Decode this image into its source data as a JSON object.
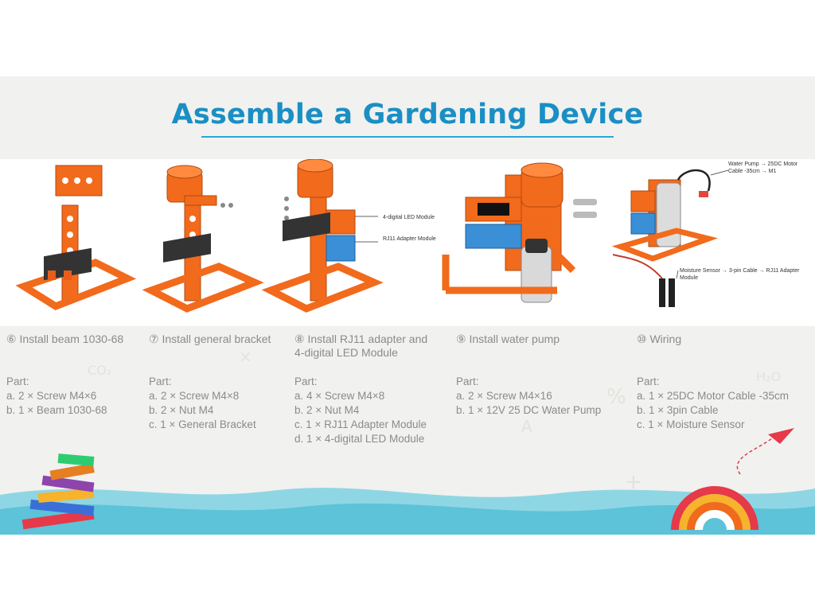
{
  "title": "Assemble a Gardening Device",
  "steps": [
    {
      "title_lines": [
        "⑥ Install beam 1030-68"
      ],
      "parts_label": "Part:",
      "parts": [
        "a. 2 × Screw M4×6",
        "b. 1 × Beam 1030-68"
      ]
    },
    {
      "title_lines": [
        "⑦ Install general bracket"
      ],
      "parts_label": "Part:",
      "parts": [
        "a. 2 × Screw M4×8",
        "b. 2 × Nut M4",
        "c. 1 × General Bracket"
      ]
    },
    {
      "title_lines": [
        "⑧ Install RJ11 adapter and",
        "4-digital LED Module"
      ],
      "parts_label": "Part:",
      "parts": [
        "a. 4 × Screw M4×8",
        "b. 2 × Nut M4",
        "c. 1 × RJ11 Adapter Module",
        "d. 1 × 4-digital LED Module"
      ]
    },
    {
      "title_lines": [
        "⑨ Install water pump"
      ],
      "parts_label": "Part:",
      "parts": [
        "a. 2 × Screw M4×16",
        "b. 1 × 12V 25 DC Water Pump"
      ]
    },
    {
      "title_lines": [
        "⑩ Wiring"
      ],
      "parts_label": "Part:",
      "parts": [
        "a. 1 × 25DC Motor Cable -35cm",
        "b. 1 × 3pin Cable",
        "c. 1 × Moisture Sensor"
      ]
    }
  ],
  "callouts": {
    "led_module": "4-digital LED Module",
    "rj11_module": "RJ11 Adapter Module",
    "pump_line1": "Water Pump → 25DC Motor",
    "pump_line2": "Cable -35cm → M1",
    "sensor_line1": "Moisture Sensor → 3-pin Cable → RJ11 Adapter",
    "sensor_line2": "Module"
  },
  "colors": {
    "title": "#1a8fc4",
    "orange": "#f26a1b",
    "blue_module": "#3a8fd6",
    "wave": "#5cc3d8",
    "text_gray": "#8b8b8b"
  }
}
